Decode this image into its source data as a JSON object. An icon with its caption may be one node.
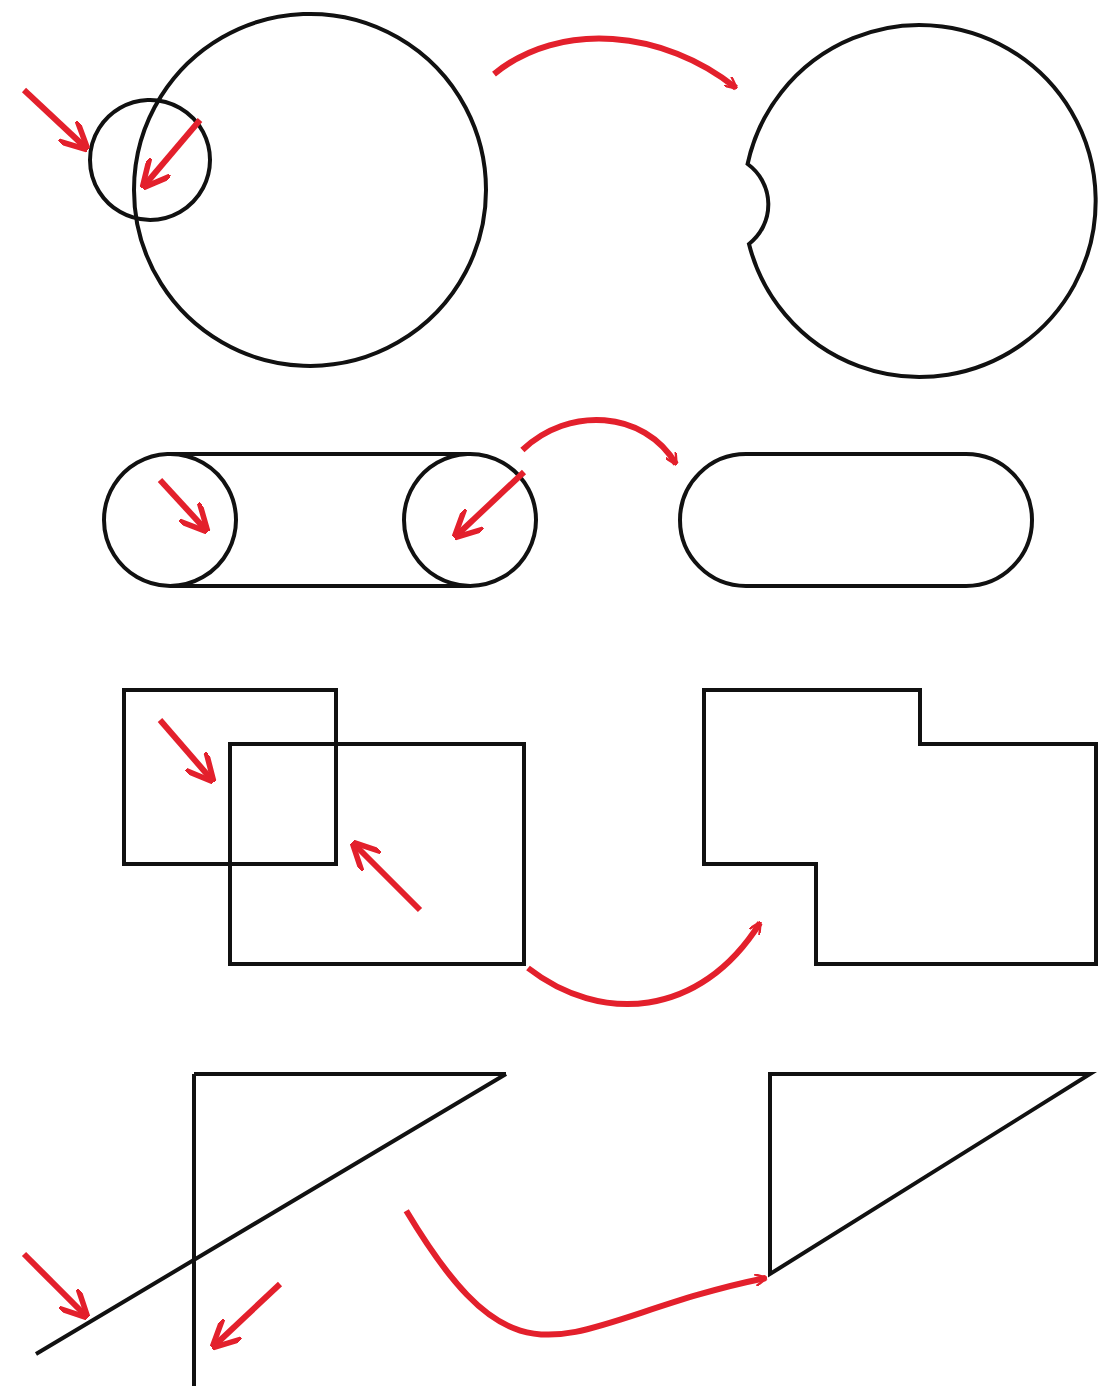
{
  "diagram": {
    "nodes": [
      {
        "text": [],
        "shape": "picture"
      },
      {
        "text": [],
        "shape": "circle"
      },
      {
        "text": [],
        "shape": "picture"
      },
      {
        "text": [],
        "shape": "box"
      },
      {
        "text": [],
        "shape": "picture"
      },
      {
        "text": [],
        "shape": "box"
      },
      {
        "text": [],
        "shape": "picture"
      },
      {
        "text": [],
        "shape": "triangle"
      }
    ],
    "edges": [
      {
        "from": 0,
        "to": 1,
        "arrow": "to"
      },
      {
        "from": 2,
        "to": 3,
        "arrow": "to"
      },
      {
        "from": 4,
        "to": 5,
        "arrow": "to"
      },
      {
        "from": 6,
        "to": 7,
        "arrow": "to"
      }
    ]
  }
}
